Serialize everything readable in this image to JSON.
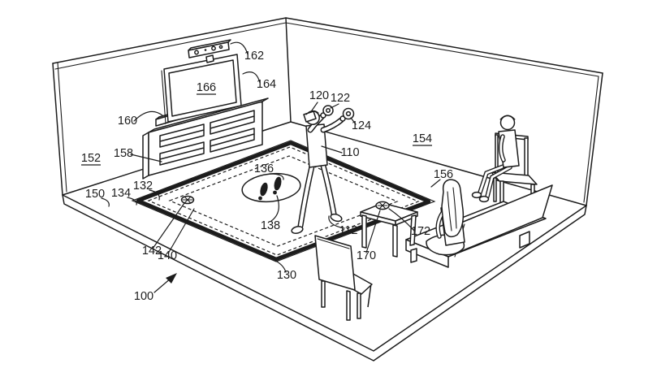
{
  "figure": {
    "background": "#ffffff",
    "ink": "#1c1c1c",
    "kind": "patent-style line drawing of a room with a standing VR user, TV with sensor bar, play mat with markers, and seated observers"
  },
  "labels": [
    {
      "text": "100"
    },
    {
      "text": "110"
    },
    {
      "text": "112"
    },
    {
      "text": "120"
    },
    {
      "text": "122"
    },
    {
      "text": "124"
    },
    {
      "text": "130"
    },
    {
      "text": "132"
    },
    {
      "text": "134"
    },
    {
      "text": "136"
    },
    {
      "text": "138"
    },
    {
      "text": "140"
    },
    {
      "text": "142"
    },
    {
      "text": "150"
    },
    {
      "text": "152"
    },
    {
      "text": "154"
    },
    {
      "text": "156"
    },
    {
      "text": "158"
    },
    {
      "text": "160"
    },
    {
      "text": "162"
    },
    {
      "text": "164"
    },
    {
      "text": "166"
    },
    {
      "text": "170"
    },
    {
      "text": "172"
    }
  ]
}
